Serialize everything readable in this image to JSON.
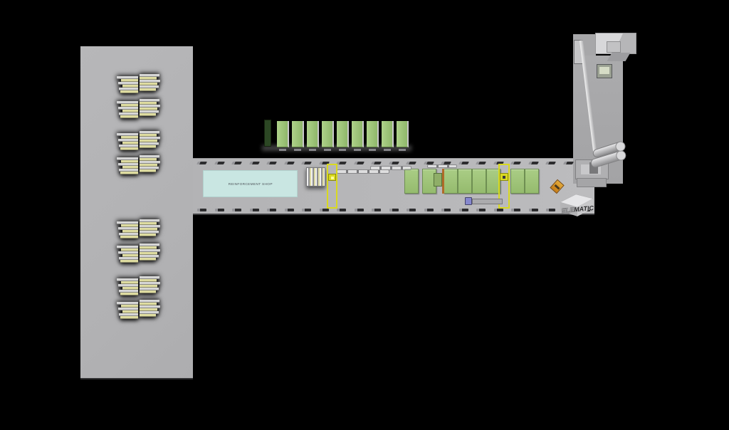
{
  "scene": {
    "description": "3D precast concrete plant layout rendering on black background",
    "background_color": "#000000",
    "floor_color": "#b4b4b6"
  },
  "labels": {
    "reinforcement_shop": "REINFORCEMENT SHOP",
    "brand_prefix": "ELE",
    "brand_suffix": "MATIC"
  },
  "colors": {
    "casting_table_green": "#a1c77c",
    "stored_panel_green": "#a5cb80",
    "vertical_panel_dark_green": "#2c4724",
    "gantry_crane_yellow": "#d9d920",
    "reinforcement_shop_fill": "#c9e6e2",
    "slab_stack_gray": "#d6d6d6",
    "slab_stack_yellow": "#dedca0",
    "truck_cab_blue": "#8688ce",
    "forklift_orange": "#d98e1f"
  },
  "counts": {
    "slab_stacks": 8,
    "stored_wall_panels": 9,
    "casting_tables": 8,
    "gantry_cranes": 2,
    "hall_column_marks_per_side": 23
  }
}
